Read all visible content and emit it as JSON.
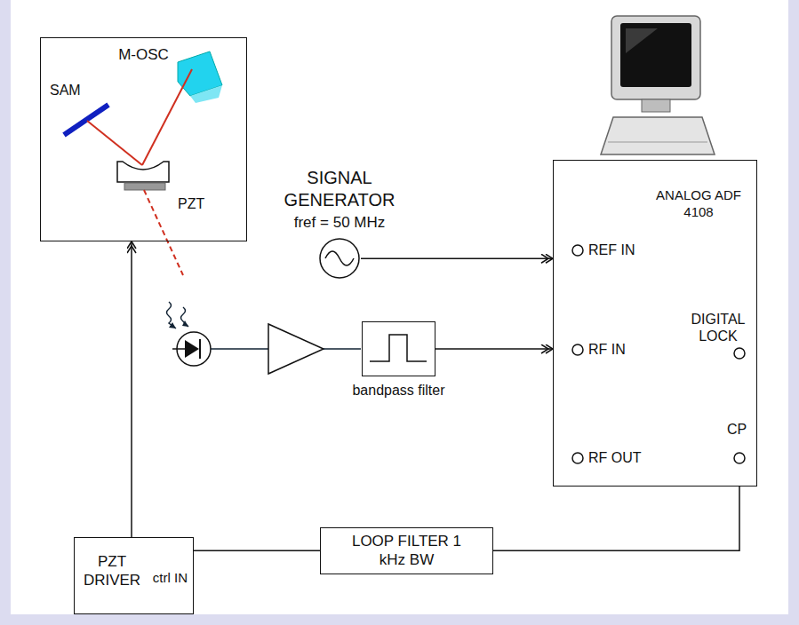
{
  "diagram": {
    "nodes": [
      {
        "text": [
          "M-OSC"
        ]
      },
      {
        "text": [
          "SIGNAL GENERATOR",
          "fref = 50 MHz"
        ]
      },
      {
        "text": [
          "ANALOG ADF 4108"
        ]
      },
      {
        "text": [
          "bandpass filter"
        ]
      },
      {
        "text": [
          "LOOP FILTER 1 kHz BW"
        ]
      },
      {
        "text": [
          "PZT DRIVER",
          "ctrl IN"
        ]
      }
    ],
    "edges": [
      {
        "from": 1,
        "to": 2,
        "arrow": "to"
      },
      {
        "from": 3,
        "to": 2,
        "arrow": "to"
      },
      {
        "from": 2,
        "to": 4,
        "arrow": "none"
      },
      {
        "from": 4,
        "to": 5,
        "arrow": "none"
      },
      {
        "from": 5,
        "to": 0,
        "arrow": "to"
      }
    ],
    "labels": [
      "SAM",
      "PZT",
      "REF IN",
      "RF IN",
      "RF OUT",
      "DIGITAL LOCK",
      "CP"
    ]
  }
}
